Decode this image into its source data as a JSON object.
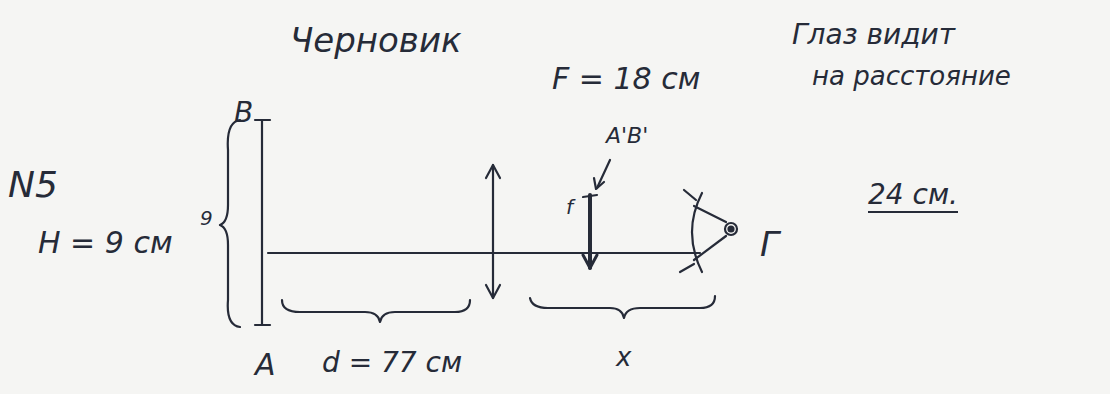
{
  "diagram": {
    "title": "Черновик",
    "labels": [
      "N5",
      "H = 9 см",
      "9",
      "B",
      "A",
      "d = 77 см",
      "F = 18 см",
      "A'B'",
      "f",
      "x",
      "Глаз видит",
      "на расстояние",
      "24 см.",
      "Г"
    ]
  }
}
